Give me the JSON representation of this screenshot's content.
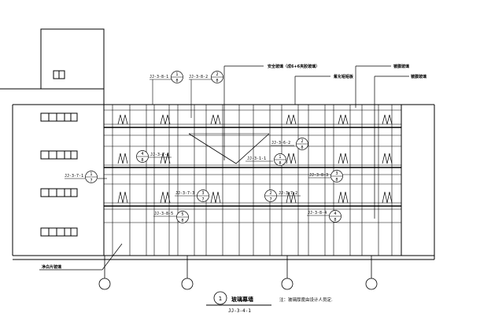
{
  "callouts": {
    "safety_glass": "安全玻璃（成6+6夹胶玻璃）",
    "fluorocarbon_panel": "氟化铝铝板",
    "coated_glass_1": "镀膜玻璃",
    "coated_glass_2": "镀膜玻璃",
    "float_glass": "净白片玻璃"
  },
  "detail_refs": [
    {
      "code": "JJ-3-8-1",
      "top": "1",
      "bottom": "8"
    },
    {
      "code": "JJ-3-8-2",
      "top": "2",
      "bottom": "8"
    },
    {
      "code": "JJ-3-6-2",
      "top": "2",
      "bottom": "8"
    },
    {
      "code": "JJ-3-7-1",
      "top": "4",
      "bottom": "8"
    },
    {
      "code": "JJ-3-7-1",
      "top": "1",
      "bottom": "7"
    },
    {
      "code": "JJ-3-1-1",
      "top": "1",
      "bottom": "8"
    },
    {
      "code": "JJ-3-8-3",
      "top": "3",
      "bottom": "8"
    },
    {
      "code": "JJ-3-7-3",
      "top": "3",
      "bottom": "7"
    },
    {
      "code": "JJ-3-7-2",
      "top": "2",
      "bottom": "7"
    },
    {
      "code": "JJ-3-8-5",
      "top": "5",
      "bottom": "8"
    },
    {
      "code": "JJ-3-8-4",
      "top": "4",
      "bottom": "8"
    }
  ],
  "title_block": {
    "number": "1",
    "title": "玻璃幕墙",
    "code": "JJ-3-4-1"
  },
  "note": "注：玻璃厚度由设计人员定."
}
